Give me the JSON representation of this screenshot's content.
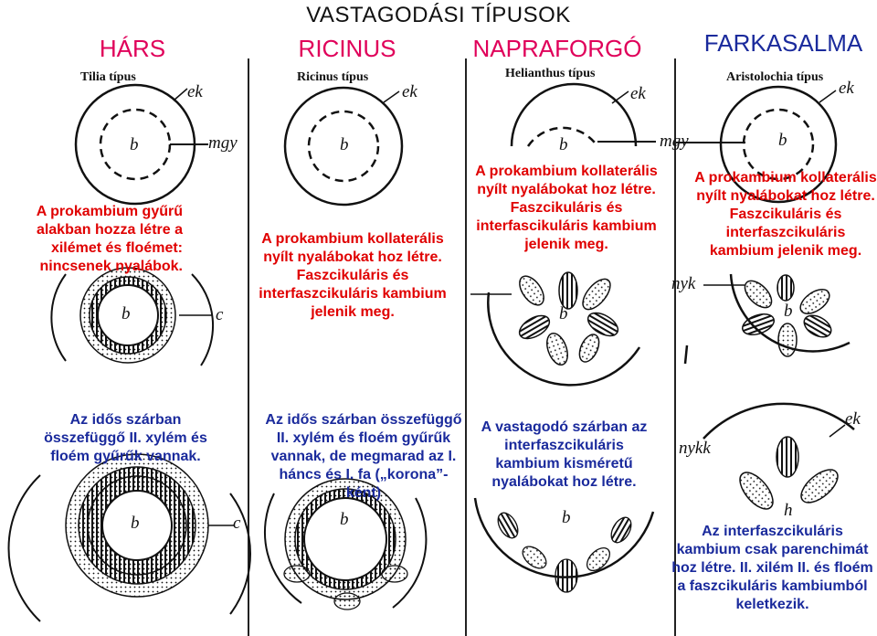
{
  "title": "VASTAGODÁSI TÍPUSOK",
  "columns": [
    {
      "name": "HÁRS",
      "subtitle": "Tilia típus"
    },
    {
      "name": "RICINUS",
      "subtitle": "Ricinus típus"
    },
    {
      "name": "NAPRAFORGÓ",
      "subtitle": "Helianthus típus"
    },
    {
      "name": "FARKASALMA",
      "subtitle": "Aristolochia típus"
    }
  ],
  "labels": {
    "ek": "ek",
    "mgy": "mgy",
    "b": "b",
    "c": "c",
    "nyk": "nyk",
    "nykk": "nykk",
    "h": "h"
  },
  "notes": {
    "hars_top": "A prokambium gyűrű alakban hozza létre a xilémet és floémet: nincsenek nyalábok.",
    "ricinus_top": "A prokambium kollaterális nyílt nyalábokat hoz létre. Faszcikuláris és interfaszcikuláris kambium jelenik meg.",
    "napraforgo_top": "A prokambium kollaterális nyílt nyalábokat hoz létre. Faszcikuláris és interfascikuláris kambium jelenik meg.",
    "farkasalma_top": "A prokambium kollaterális nyílt nyalábokat hoz létre. Faszcikuláris és interfaszcikuláris kambium jelenik meg.",
    "hars_bottom": "Az idős szárban összefüggő II. xylém és floém gyűrűk vannak.",
    "ricinus_bottom": "Az idős szárban összefüggő II. xylém és floém gyűrűk vannak, de megmarad az I. háncs és I. fa („korona”-ként)",
    "napraforgo_bottom": "A vastagodó szárban az interfaszcikuláris kambium kisméretű nyalábokat hoz létre.",
    "farkasalma_bottom": "Az interfaszcikuláris kambium csak parenchimát hoz létre. II. xilém II. és floém a faszcikuláris kambiumból keletkezik."
  },
  "colors": {
    "pink_heading": "#e0005a",
    "red_text": "#e00000",
    "navy_text": "#1a2a9c"
  }
}
